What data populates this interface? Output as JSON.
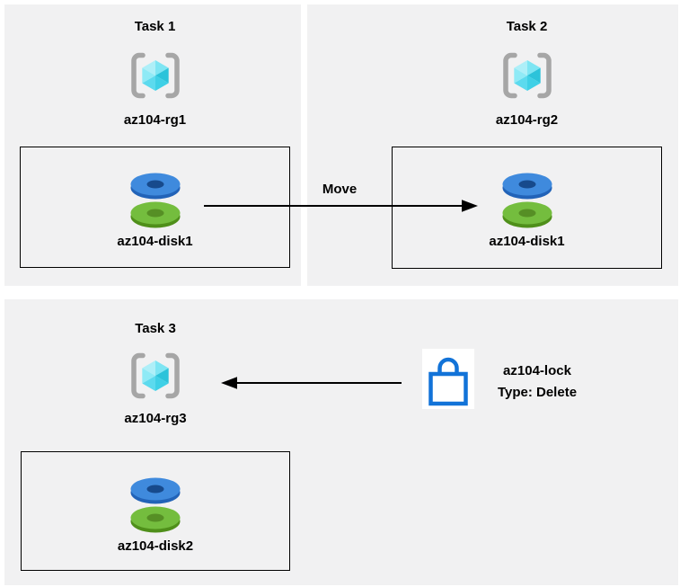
{
  "diagram": {
    "panels": [
      {
        "title": "Task 1",
        "resource_group": "az104-rg1",
        "disk": "az104-disk1"
      },
      {
        "title": "Task 2",
        "resource_group": "az104-rg2",
        "disk": "az104-disk1"
      },
      {
        "title": "Task 3",
        "resource_group": "az104-rg3",
        "disk": "az104-disk2"
      }
    ],
    "move_arrow": {
      "label": "Move"
    },
    "lock": {
      "name": "az104-lock",
      "type": "Type: Delete"
    },
    "icons": {
      "resource_group": "resource-group-icon",
      "disk": "disk-icon",
      "lock": "lock-icon"
    },
    "colors": {
      "panel_background": "#f1f1f2",
      "box_border": "#000000",
      "arrow": "#000000",
      "bracket_gray": "#a6a6a6",
      "cube_cyan_light": "#aeeff8",
      "cube_cyan_dark": "#2cc3da",
      "disk_blue_top": "#3f8add",
      "disk_blue_rim": "#2263b8",
      "disk_blue_hole": "#174a8c",
      "disk_green_top": "#74bd3e",
      "disk_green_rim": "#4f8f1a",
      "disk_green_hole": "#568f25",
      "lock_blue": "#1273d8",
      "lock_tile_background": "#ffffff"
    }
  }
}
